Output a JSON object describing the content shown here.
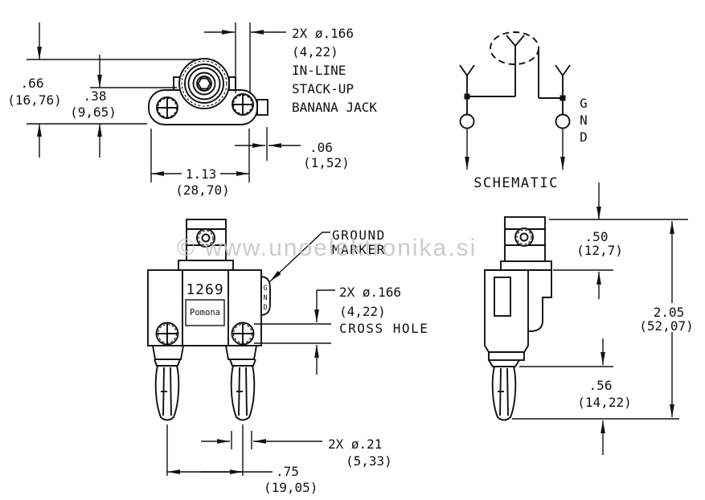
{
  "watermark": {
    "text": "© www.unoelektronika.si"
  },
  "colors": {
    "line": "#111111",
    "watermark": "#c4c4c4",
    "background": "#ffffff"
  },
  "top_view": {
    "callout_stack": [
      "2X ø.166",
      "(4,22)",
      "IN-LINE",
      "STACK-UP",
      "BANANA JACK"
    ],
    "dim_height": {
      "inch": ".66",
      "mm": "(16,76)"
    },
    "dim_body_height": {
      "inch": ".38",
      "mm": "(9,65)"
    },
    "dim_width": {
      "inch": "1.13",
      "mm": "(28,70)"
    },
    "dim_tab": {
      "inch": ".06",
      "mm": "(1,52)"
    }
  },
  "schematic": {
    "title": "SCHEMATIC",
    "gnd": [
      "G",
      "N",
      "D"
    ]
  },
  "front_view": {
    "model": "1269",
    "brand": "Pomona",
    "gnd_marker": [
      "G",
      "N",
      "D"
    ],
    "callout_ground": [
      "GROUND",
      "MARKER"
    ],
    "callout_cross_hole": [
      "2X ø.166",
      "(4,22)",
      "CROSS HOLE"
    ],
    "dim_plug_dia": [
      "2X ø.21",
      "(5,33)"
    ],
    "dim_spacing": {
      "inch": ".75",
      "mm": "(19,05)"
    }
  },
  "side_view": {
    "dim_post": {
      "inch": ".50",
      "mm": "(12,7)"
    },
    "dim_total": {
      "inch": "2.05",
      "mm": "(52,07)"
    },
    "dim_plug": {
      "inch": ".56",
      "mm": "(14,22)"
    }
  }
}
